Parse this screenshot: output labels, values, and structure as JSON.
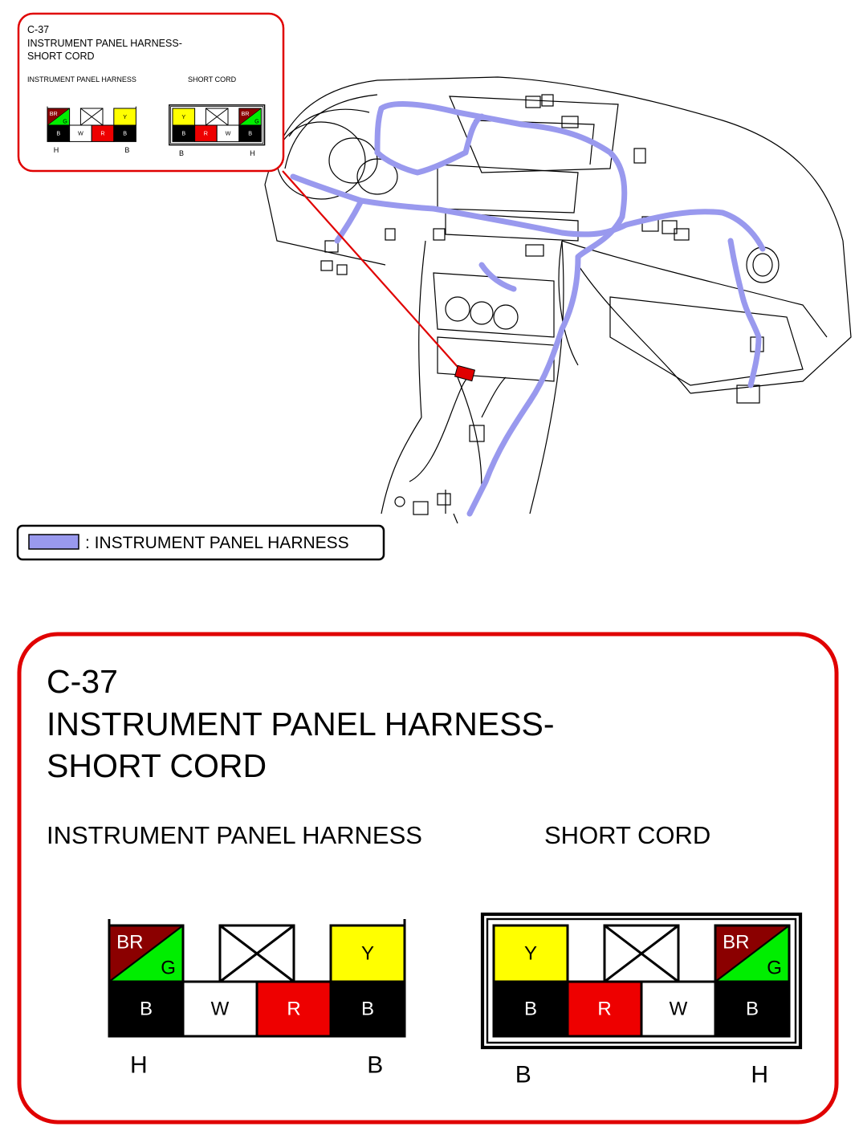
{
  "connector_id": "C-37",
  "title_line1": "INSTRUMENT PANEL HARNESS-",
  "title_line2": "SHORT CORD",
  "left_connector_label": "INSTRUMENT PANEL HARNESS",
  "right_connector_label": "SHORT CORD",
  "legend_text": ": INSTRUMENT PANEL HARNESS",
  "colors": {
    "harness": "#9999ee",
    "callout": "#e00000",
    "BR": "#8b0000",
    "G": "#00ee00",
    "Y": "#ffff00",
    "B": "#000000",
    "W": "#ffffff",
    "R": "#ee0000"
  },
  "left_connector": {
    "top_row": [
      {
        "type": "split",
        "a": "BR",
        "b": "G"
      },
      {
        "type": "empty"
      },
      {
        "type": "wire",
        "code": "Y"
      }
    ],
    "bottom_row": [
      "B",
      "W",
      "R",
      "B"
    ],
    "bottom_labels": [
      "H",
      "B"
    ]
  },
  "right_connector": {
    "top_row": [
      {
        "type": "wire",
        "code": "Y"
      },
      {
        "type": "empty"
      },
      {
        "type": "split",
        "a": "BR",
        "b": "G"
      }
    ],
    "bottom_row": [
      "B",
      "R",
      "W",
      "B"
    ],
    "bottom_labels": [
      "B",
      "H"
    ]
  }
}
